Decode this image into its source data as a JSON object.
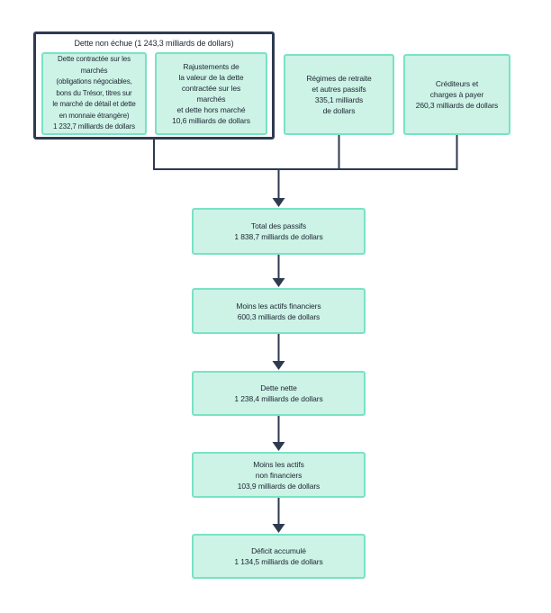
{
  "colors": {
    "box_fill": "#cdf2e6",
    "box_border": "#78e3c4",
    "line": "#2e3a50",
    "text": "#1d2733",
    "background": "#ffffff"
  },
  "group": {
    "title": "Dette non échue (1 243,3 milliards de dollars)",
    "boxes": [
      {
        "text": "Dette contractée sur les\nmarchés\n(obligations négociables,\nbons du Trésor, titres sur\nle marché de détail et dette\nen monnaie étrangère)\n1 232,7 milliards de dollars"
      },
      {
        "text": "Rajustements de\nla valeur de la dette\ncontractée sur les\nmarchés\net dette hors marché\n10,6 milliards de dollars"
      }
    ]
  },
  "top_boxes": [
    {
      "text": "Régimes de retraite\net autres passifs\n335,1 milliards\nde dollars"
    },
    {
      "text": "Créditeurs et\ncharges à payer\n260,3 milliards de dollars"
    }
  ],
  "chain": [
    {
      "text": "Total des passifs\n1 838,7 milliards de dollars"
    },
    {
      "text": "Moins les actifs financiers\n600,3 milliards de dollars"
    },
    {
      "text": "Dette nette\n1 238,4 milliards de dollars"
    },
    {
      "text": "Moins les actifs\nnon financiers\n103,9 milliards de dollars"
    },
    {
      "text": "Déficit accumulé\n1 134,5 milliards de dollars"
    }
  ]
}
